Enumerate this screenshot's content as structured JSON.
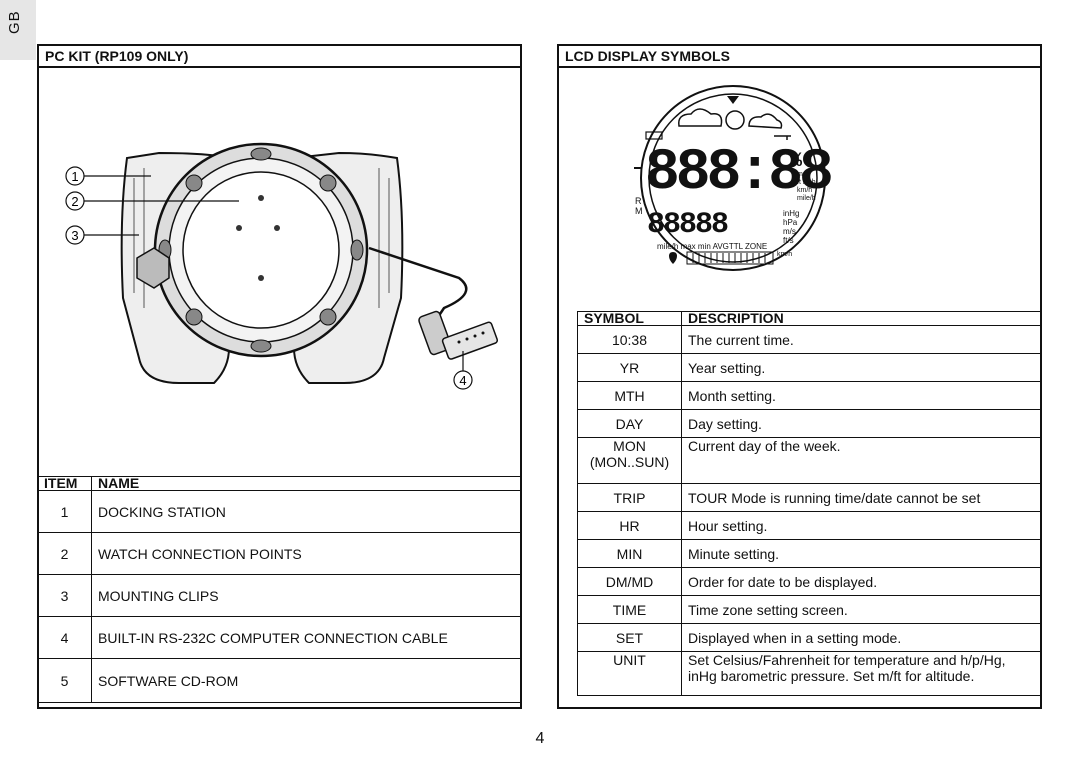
{
  "tab": "GB",
  "left": {
    "title": "PC KIT (RP109 ONLY)",
    "callouts": [
      "1",
      "2",
      "3",
      "4"
    ],
    "table": {
      "headers": [
        "ITEM",
        "NAME"
      ],
      "rows": [
        {
          "item": "1",
          "name": "DOCKING STATION"
        },
        {
          "item": "2",
          "name": "WATCH CONNECTION POINTS"
        },
        {
          "item": "3",
          "name": "MOUNTING CLIPS"
        },
        {
          "item": "4",
          "name": "BUILT-IN RS-232C COMPUTER CONNECTION CABLE"
        },
        {
          "item": "5",
          "name": "SOFTWARE CD-ROM"
        }
      ]
    }
  },
  "right": {
    "title": "LCD DISPLAY SYMBOLS",
    "lcd": {
      "digits_top": "888:88",
      "pct": "%",
      "units_top": [
        "mm",
        "ft inch",
        "km/h",
        "mile/h"
      ],
      "digits_bottom": "88888",
      "units_bottom": [
        "inHg",
        "hPa",
        "m/s",
        "ft/s"
      ],
      "side": [
        "R",
        "M"
      ],
      "bottom_labels": "mile/h max min AVGTTL ZONE",
      "kmh": "km/h"
    },
    "table": {
      "headers": [
        "SYMBOL",
        "DESCRIPTION"
      ],
      "rows": [
        {
          "symbol": "10:38",
          "desc": "The current time."
        },
        {
          "symbol": "YR",
          "desc": "Year setting."
        },
        {
          "symbol": "MTH",
          "desc": "Month setting."
        },
        {
          "symbol": "DAY",
          "desc": "Day setting."
        },
        {
          "symbol": "MON",
          "symbol2": "(MON..SUN)",
          "desc": "Current day of the week."
        },
        {
          "symbol": "TRIP",
          "desc": "TOUR Mode is running time/date cannot be set"
        },
        {
          "symbol": "HR",
          "desc": "Hour setting."
        },
        {
          "symbol": "MIN",
          "desc": "Minute setting."
        },
        {
          "symbol": "DM/MD",
          "desc": "Order for date to be displayed."
        },
        {
          "symbol": "TIME",
          "desc": "Time zone setting screen."
        },
        {
          "symbol": "SET",
          "desc": "Displayed when in a setting mode."
        },
        {
          "symbol": "UNIT",
          "desc": "Set Celsius/Fahrenheit for temperature and h/p/Hg,",
          "desc2": "inHg barometric pressure. Set m/ft for altitude."
        }
      ]
    }
  },
  "page_number": "4"
}
